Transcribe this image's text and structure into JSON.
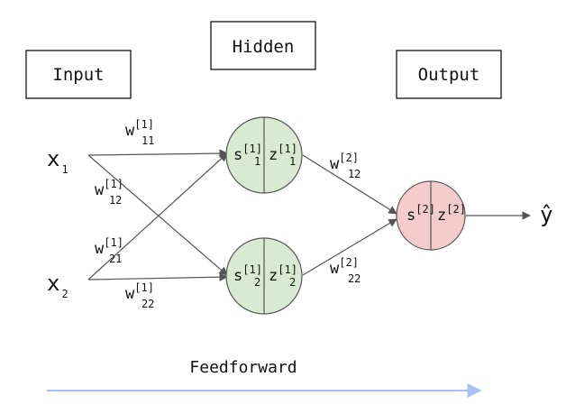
{
  "boxes": {
    "input": "Input",
    "hidden": "Hidden",
    "output": "Output"
  },
  "inputs": [
    {
      "base": "x",
      "sub": "1"
    },
    {
      "base": "x",
      "sub": "2"
    }
  ],
  "weights_layer1": [
    {
      "base": "w",
      "sup": "[1]",
      "sub": "11"
    },
    {
      "base": "w",
      "sup": "[1]",
      "sub": "12"
    },
    {
      "base": "w",
      "sup": "[1]",
      "sub": "21"
    },
    {
      "base": "w",
      "sup": "[1]",
      "sub": "22"
    }
  ],
  "hidden_nodes": [
    {
      "s_base": "s",
      "s_sup": "[1]",
      "s_sub": "1",
      "z_base": "z",
      "z_sup": "[1]",
      "z_sub": "1"
    },
    {
      "s_base": "s",
      "s_sup": "[1]",
      "s_sub": "2",
      "z_base": "z",
      "z_sup": "[1]",
      "z_sub": "2"
    }
  ],
  "weights_layer2": [
    {
      "base": "w",
      "sup": "[2]",
      "sub": "12"
    },
    {
      "base": "w",
      "sup": "[2]",
      "sub": "22"
    }
  ],
  "output_node": {
    "s_base": "s",
    "s_sup": "[2]",
    "z_base": "z",
    "z_sup": "[2]"
  },
  "output_label": "ŷ",
  "footer": "Feedforward",
  "colors": {
    "hidden_fill": "#d9ead3",
    "output_fill": "#f4cccc",
    "edge": "#555555",
    "feedforward_arrow": "#a4c2f4"
  }
}
